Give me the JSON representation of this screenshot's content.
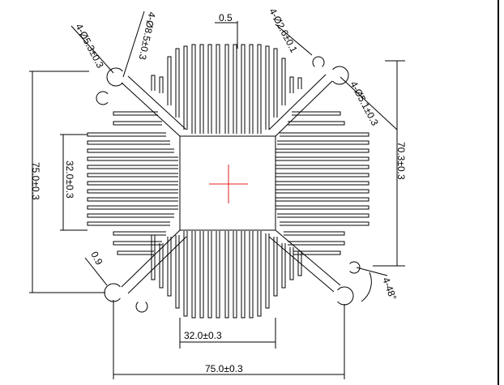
{
  "dimensions": {
    "fin_thickness": "0.5",
    "hole_top_center": "4-Ø2.6±0.1",
    "hole_top_left": "4-Ø5.3±0.3",
    "slot_top_left": "4-Ø8.5±0.3",
    "hole_top_right": "4-Ø5.1±0.3",
    "height_right": "70.3±0.3",
    "height_left": "75.0±0.3",
    "core_height": "32.0±0.3",
    "core_width": "32.0±0.3",
    "overall_width": "75.0±0.3",
    "slot_width": "0.9",
    "angle": "4-48°"
  },
  "colors": {
    "lines": "#000000",
    "center_mark": "#e02020",
    "background": "#ffffff"
  }
}
